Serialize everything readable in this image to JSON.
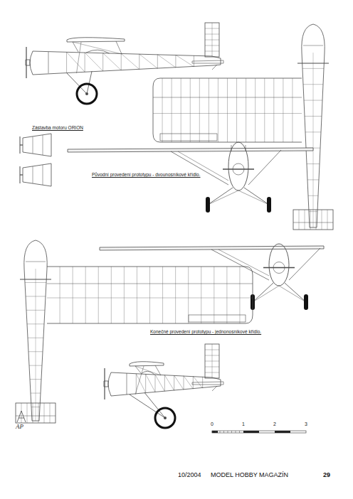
{
  "diagram": {
    "labels": [
      "Zástavba motoru ORION",
      "Původní provedení prototypu - dvounosníkové křídlo.",
      "Konečné provedení prototypu - jednonosníkové křídlo.",
      "0",
      "1",
      "2",
      "3",
      "AP",
      "10/2004",
      "MODEL HOBBY MAGAZÍN",
      "29"
    ]
  }
}
